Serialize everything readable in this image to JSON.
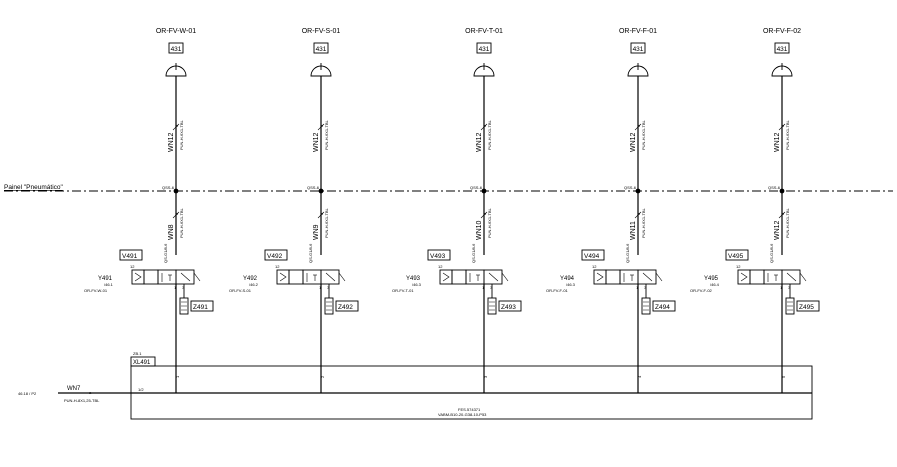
{
  "panel_label": "Painel \"Pneumático\"",
  "bus_box_top": "ZB.1",
  "bus_box_label": "XL491",
  "left_ref": "46.18 / P2",
  "left_wire": "WN7",
  "left_wire_sub": "a",
  "left_cable": "PUN-H-8X1,25-TBL",
  "left_term": "1/2",
  "bottom_text_1": "FES.574371",
  "bottom_text_2": "VABM-B10-20-G38-10-P53",
  "valve_port_labels": {
    "p14": "14",
    "p12": "12",
    "p2": "2",
    "p1": "1",
    "p3": "3",
    "p5": "5"
  },
  "columns": [
    {
      "title": "OR-FV-W-01",
      "num": "431",
      "wire_top": "WN12",
      "wire_top_sub": "a",
      "cable_top": "PUN-H-6X1-TBL",
      "qss": "QSS-6",
      "wire_low": "WN8",
      "wire_low_sub": "a",
      "cable_low": "PUN-H-6X1-TBL",
      "conn": "QS-G1/8-6",
      "valve_tag": "V491",
      "coil": "Y491",
      "coil_ref": "/46.1",
      "coil_dev": "OR-FV-W-01",
      "muffler": "Z491",
      "term": "1"
    },
    {
      "title": "OR-FV-S-01",
      "num": "431",
      "wire_top": "WN12",
      "wire_top_sub": "a",
      "cable_top": "PUN-H-6X1-TBL",
      "qss": "QSS-6",
      "wire_low": "WN9",
      "wire_low_sub": "a",
      "cable_low": "PUN-H-6X1-TBL",
      "conn": "QS-G1/8-6",
      "valve_tag": "V492",
      "coil": "Y492",
      "coil_ref": "/46.2",
      "coil_dev": "OR-FV-S-01",
      "muffler": "Z492",
      "term": "2"
    },
    {
      "title": "OR-FV-T-01",
      "num": "431",
      "wire_top": "WN12",
      "wire_top_sub": "a",
      "cable_top": "PUN-H-6X1-TBL",
      "qss": "QSS-6",
      "wire_low": "WN10",
      "wire_low_sub": "a",
      "cable_low": "PUN-H-6X1-TBL",
      "conn": "QS-G1/8-6",
      "valve_tag": "V493",
      "coil": "Y493",
      "coil_ref": "/46.3",
      "coil_dev": "OR-FV-T-01",
      "muffler": "Z493",
      "term": "3"
    },
    {
      "title": "OR-FV-F-01",
      "num": "431",
      "wire_top": "WN12",
      "wire_top_sub": "a",
      "cable_top": "PUN-H-6X1-TBL",
      "qss": "QSS-6",
      "wire_low": "WN11",
      "wire_low_sub": "a",
      "cable_low": "PUN-H-6X1-TBL",
      "conn": "QS-G1/8-6",
      "valve_tag": "V494",
      "coil": "Y494",
      "coil_ref": "/46.3",
      "coil_dev": "OR-FV-F-01",
      "muffler": "Z494",
      "term": "4"
    },
    {
      "title": "OR-FV-F-02",
      "num": "431",
      "wire_top": "WN12",
      "wire_top_sub": "a",
      "cable_top": "PUN-H-6X1-TBL",
      "qss": "QSS-6",
      "wire_low": "WN12",
      "wire_low_sub": "a",
      "cable_low": "PUN-H-6X1-TBL",
      "conn": "QS-G1/8-6",
      "valve_tag": "V495",
      "coil": "Y495",
      "coil_ref": "/46.4",
      "coil_dev": "OR-FV-F-02",
      "muffler": "Z495",
      "term": "5"
    }
  ]
}
